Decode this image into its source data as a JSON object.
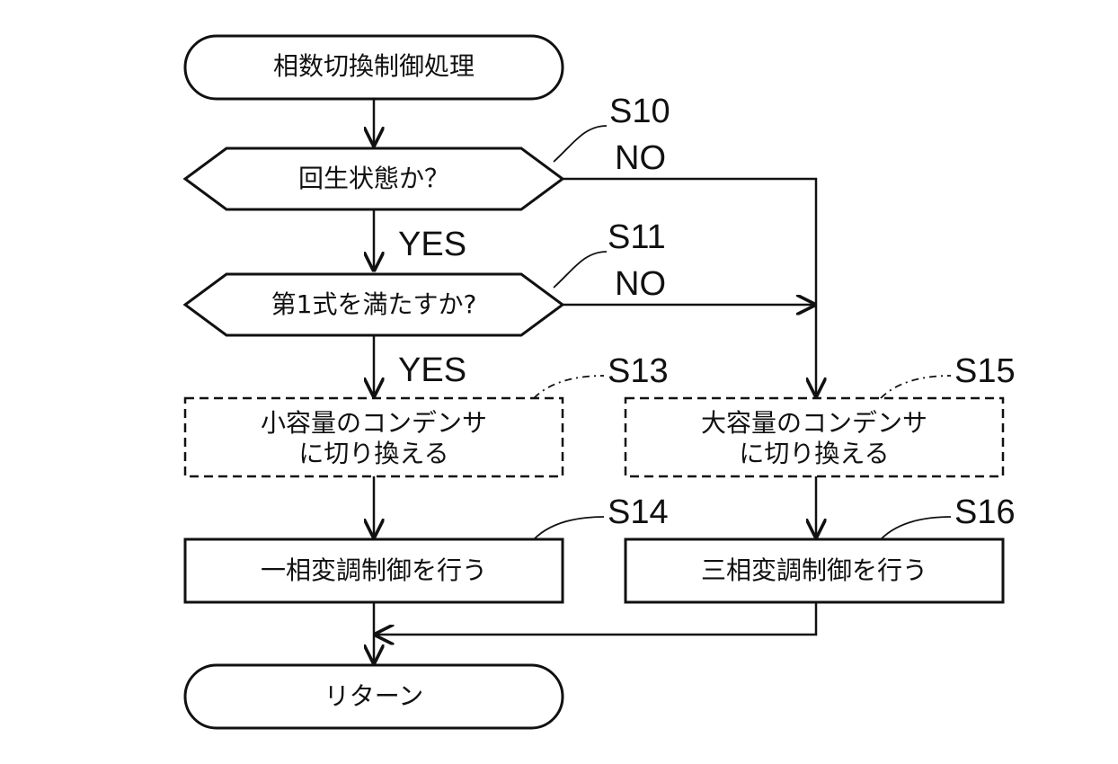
{
  "nodes": {
    "start": "相数切換制御処理",
    "decision1": "回生状態か？",
    "decision2": "第1式を満たすか?",
    "small_cap_line1": "小容量のコンデンサ",
    "small_cap_line2": "に切り換える",
    "large_cap_line1": "大容量のコンデンサ",
    "large_cap_line2": "に切り換える",
    "single_phase": "一相変調制御を行う",
    "three_phase": "三相変調制御を行う",
    "end": "リターン"
  },
  "steps": {
    "s10": "S10",
    "s11": "S11",
    "s13": "S13",
    "s14": "S14",
    "s15": "S15",
    "s16": "S16"
  },
  "branches": {
    "yes1": "YES",
    "no1": "NO",
    "yes2": "YES",
    "no2": "NO"
  }
}
